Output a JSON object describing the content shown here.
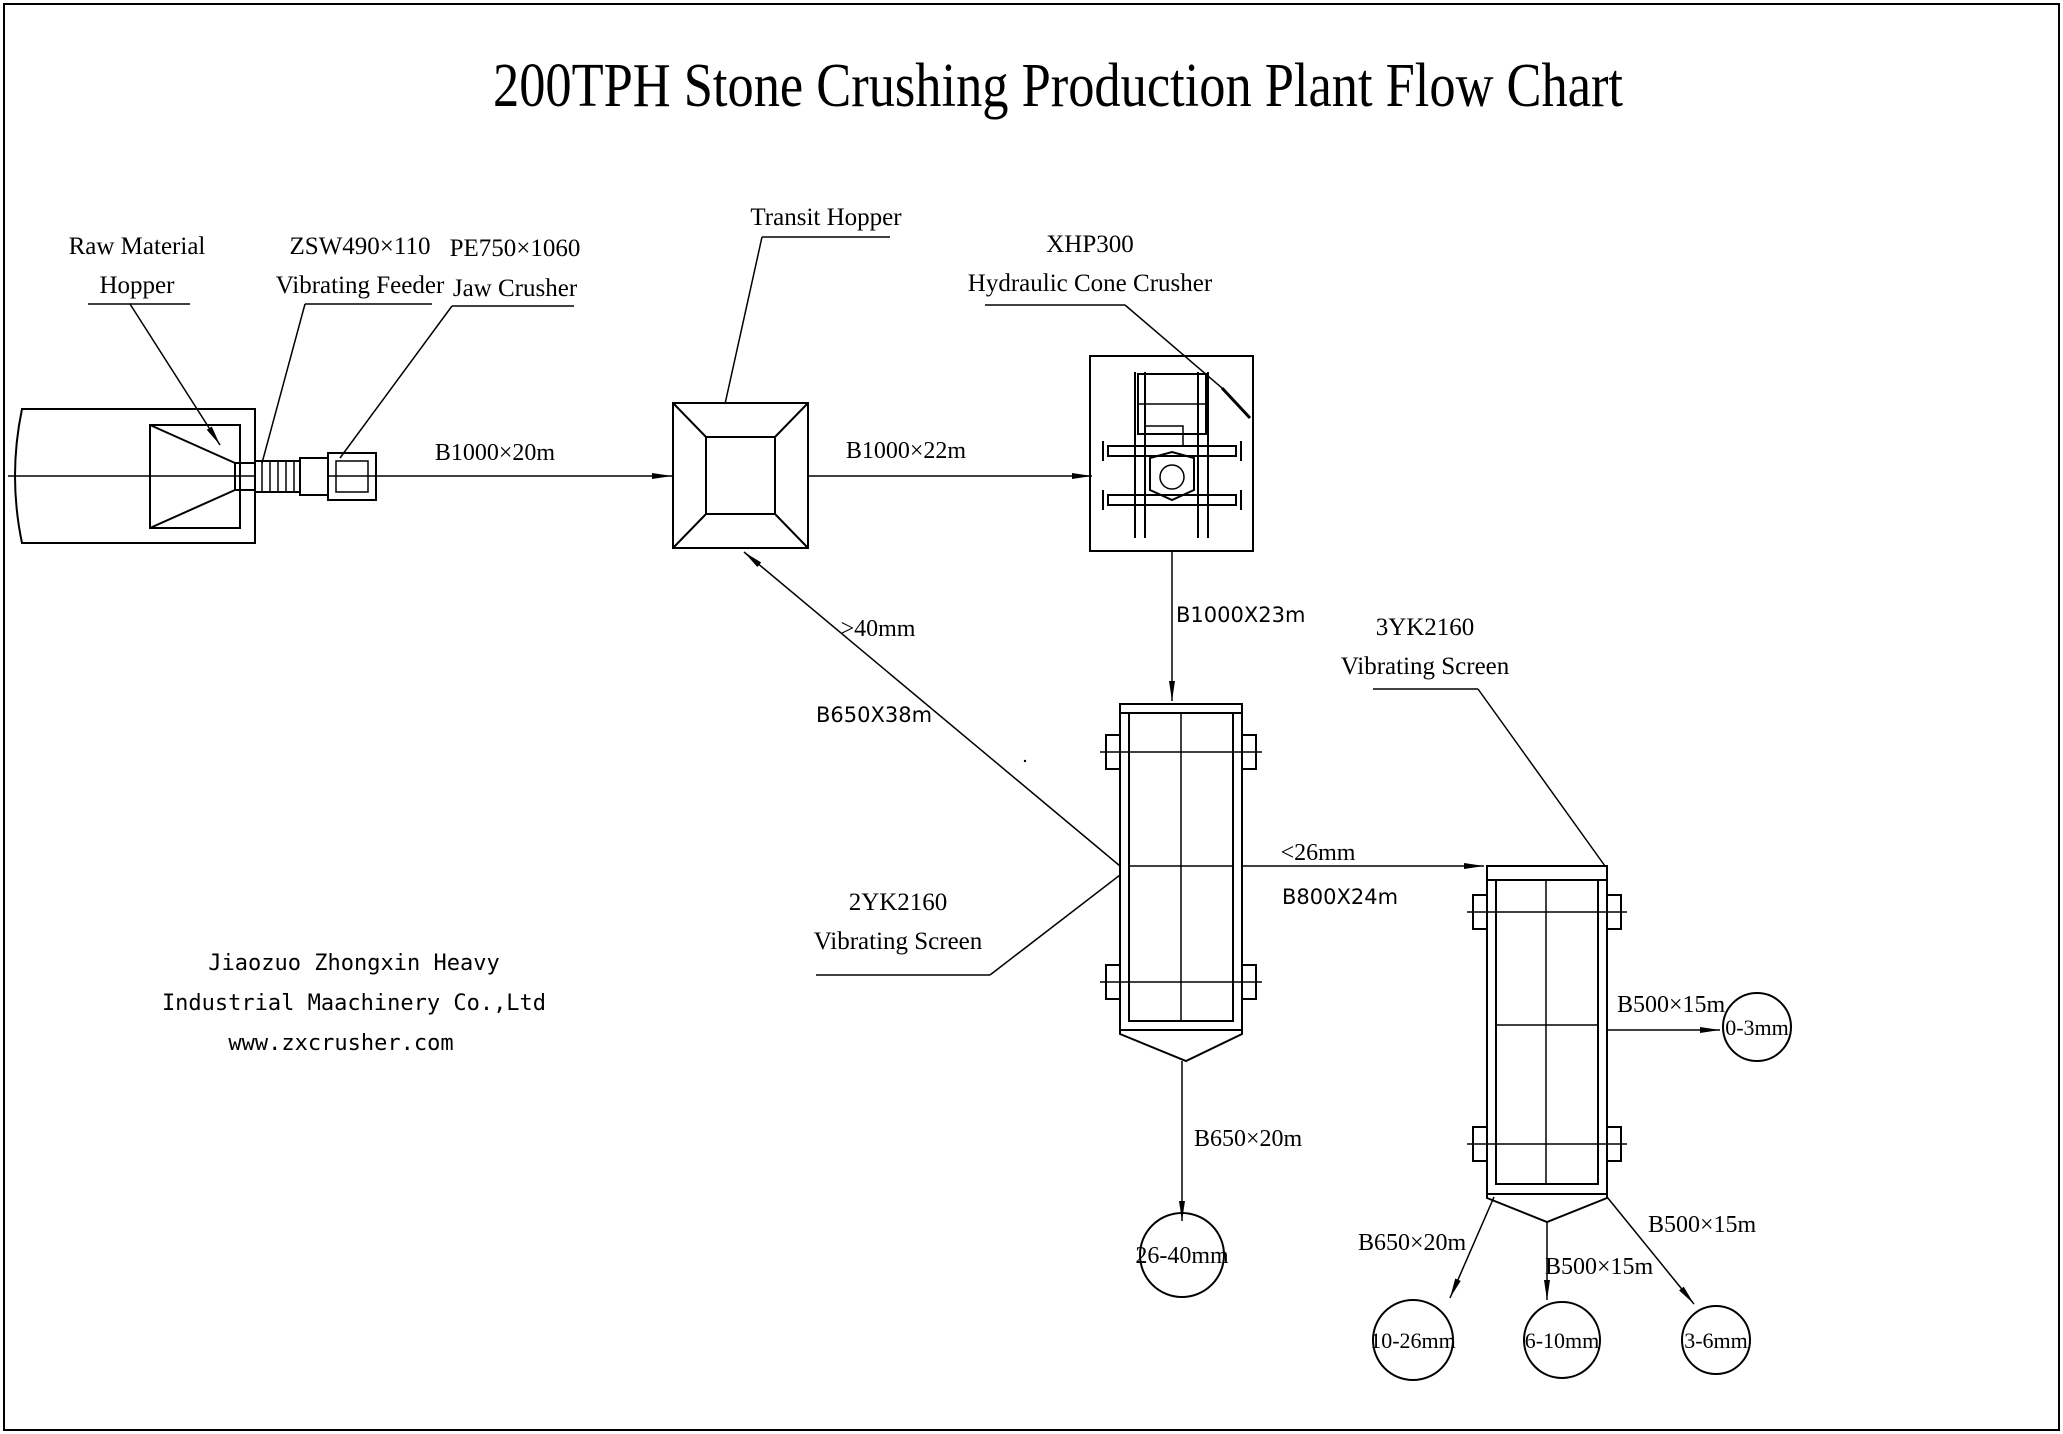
{
  "title": "200TPH Stone Crushing Production Plant Flow Chart",
  "equipment": {
    "raw_hopper": [
      "Raw Material",
      "Hopper"
    ],
    "feeder": [
      "ZSW490×110",
      "Vibrating Feeder"
    ],
    "jaw": [
      "PE750×1060",
      "Jaw Crusher"
    ],
    "transit": [
      "Transit Hopper"
    ],
    "cone": [
      "XHP300",
      "Hydraulic Cone Crusher"
    ],
    "screen1": [
      "2YK2160",
      "Vibrating Screen"
    ],
    "screen2": [
      "3YK2160",
      "Vibrating Screen"
    ]
  },
  "conveyors": {
    "c1": "B1000×20m",
    "c2": "B1000×22m",
    "c3": "B1000X23m",
    "c4": "B650X38m",
    "c5": "B800X24m",
    "c6": "B650×20m",
    "c7": "B500×15m",
    "c8": "B650×20m",
    "c9": "B500×15m",
    "c10": "B500×15m"
  },
  "size_labels": {
    "return_oversize": ">40mm",
    "to_secondary": "<26mm"
  },
  "products": {
    "p1": "26-40mm",
    "p2": "0-3mm",
    "p3": "10-26mm",
    "p4": "6-10mm",
    "p5": "3-6mm"
  },
  "company": {
    "line1": "Jiaozuo Zhongxin Heavy",
    "line2": "Industrial Maachinery Co.,Ltd",
    "line3": "www.zxcrusher.com"
  }
}
